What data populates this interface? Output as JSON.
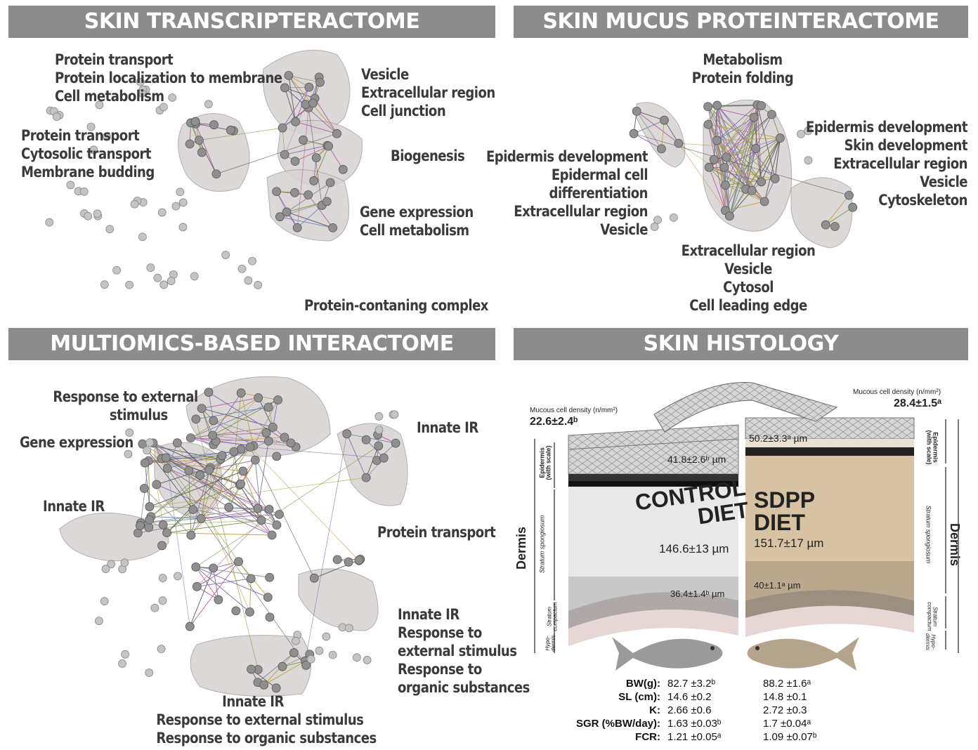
{
  "panels": {
    "transcript": {
      "title": "SKIN TRANSCRIPTERACTOME",
      "labels": {
        "a": [
          "Protein transport",
          "Protein localization to membrane",
          "Cell metabolism"
        ],
        "b": [
          "Protein transport",
          "Cytosolic transport",
          "Membrane budding"
        ],
        "c": [
          "Vesicle",
          "Extracellular region",
          "Cell junction"
        ],
        "d": [
          "Biogenesis"
        ],
        "e": [
          "Gene expression",
          "Cell metabolism"
        ],
        "f": [
          "Protein-contaning complex"
        ]
      }
    },
    "mucus": {
      "title": "SKIN MUCUS PROTEINTERACTOME",
      "labels": {
        "a": [
          "Metabolism",
          "Protein folding"
        ],
        "b": [
          "Epidermis development",
          "Epidermal cell",
          "differentiation",
          "Extracellular region",
          "Vesicle"
        ],
        "c": [
          "Epidermis development",
          "Skin development",
          "Extracellular region",
          "Vesicle",
          "Cytoskeleton"
        ],
        "d": [
          "Extracellular region",
          "Vesicle",
          "Cytosol",
          "Cell leading edge"
        ]
      }
    },
    "multiomics": {
      "title": "MULTIOMICS-BASED INTERACTOME",
      "labels": {
        "a": [
          "Response to external",
          "stimulus"
        ],
        "b": [
          "Gene expression"
        ],
        "c": [
          "Innate IR"
        ],
        "d": [
          "Innate IR"
        ],
        "e": [
          "Protein transport"
        ],
        "f": [
          "Innate IR",
          "Response to",
          "external stimulus",
          "Response to",
          "organic substances"
        ],
        "g": [
          "Innate IR",
          "Response to external stimulus",
          "Response to organic substances"
        ]
      }
    },
    "histology": {
      "title": "SKIN HISTOLOGY",
      "control_density_label": "Mucous cell density (n/mm²)",
      "control_density_value": "22.6±2.4ᵇ",
      "sdpp_density_label": "Mucous cell density (n/mm²)",
      "sdpp_density_value": "28.4±1.5ᵃ",
      "control_title": "CONTROL\nDIET",
      "sdpp_title": "SDPP\nDIET",
      "control_epidermis": "41.8±2.6ᵇ µm",
      "sdpp_epidermis": "50.2±3.3ᵃ µm",
      "control_spongiosum": "146.6±13 µm",
      "sdpp_spongiosum": "151.7±17 µm",
      "control_compactum": "36.4±1.4ᵇ µm",
      "sdpp_compactum": "40±1.1ᵃ µm",
      "left_dermis": "Dermis",
      "right_dermis": "Dermis",
      "layer_epidermis": "Epidermis\n(with scale)",
      "layer_spongiosum": "Stratum spongiosum",
      "layer_compactum": "Stratum\ncompactum",
      "layer_hypodermis": "Hypo-\ndermis",
      "metrics": [
        {
          "key": "BW(g):",
          "control": "82.7 ±3.2ᵇ",
          "sdpp": "88.2 ±1.6ᵃ"
        },
        {
          "key": "SL (cm):",
          "control": "14.6 ±0.2",
          "sdpp": "14.8 ±0.1"
        },
        {
          "key": "K:",
          "control": "2.66 ±0.6",
          "sdpp": "2.72 ±0.3"
        },
        {
          "key": "SGR (%BW/day):",
          "control": "1.63 ±0.03ᵇ",
          "sdpp": "1.7 ±0.04ᵃ"
        },
        {
          "key": "FCR:",
          "control": "1.21 ±0.05ᵃ",
          "sdpp": "1.09 ±0.07ᵇ"
        }
      ]
    }
  },
  "colors": {
    "banner": "#8c8c8c",
    "cluster": "#d8d2d2",
    "control_tissue": "#e6e6e6",
    "sdpp_tissue": "#d6c3a6",
    "fish_control": "#9a9a9a",
    "fish_sdpp": "#b4a48c"
  }
}
